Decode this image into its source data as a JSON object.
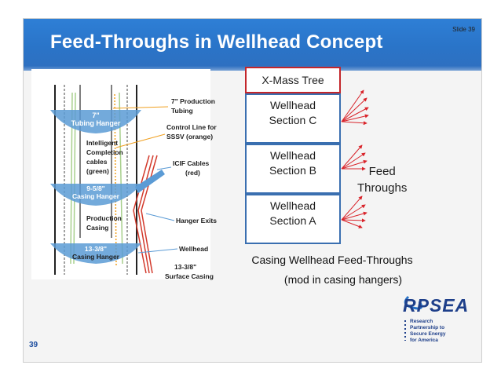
{
  "slide": {
    "id_label": "Slide 39",
    "title": "Feed-Throughs in Wellhead Concept",
    "page_number": "39"
  },
  "left_diagram": {
    "hangers": [
      {
        "label_line1": "7\"",
        "label_line2": "Tubing Hanger"
      },
      {
        "label_line1": "9-5/8\"",
        "label_line2": "Casing Hanger"
      },
      {
        "label_line1": "13-3/8\"",
        "label_line2": "Casing Hanger"
      }
    ],
    "callouts": {
      "production_tubing": [
        "7\" Production",
        "Tubing"
      ],
      "control_line": [
        "Control Line for",
        "SSSV (orange)"
      ],
      "intelligent_completion": [
        "Intelligent",
        "Completion",
        "cables",
        "(green)"
      ],
      "icif_cables": [
        "ICIF Cables",
        "(red)"
      ],
      "production_casing": [
        "Production",
        "Casing"
      ],
      "hanger_exits": "Hanger Exits",
      "wellhead": "Wellhead",
      "surface_casing": [
        "13-3/8\"",
        "Surface Casing"
      ]
    },
    "colors": {
      "hanger_fill": "#5b9bd5",
      "control_line": "#f0a020",
      "icif_cable": "#d33a2c",
      "green_cable": "#a8d08d"
    }
  },
  "right_diagram": {
    "boxes": [
      {
        "line1": "X-Mass Tree",
        "line2": ""
      },
      {
        "line1": "Wellhead",
        "line2": "Section C"
      },
      {
        "line1": "Wellhead",
        "line2": "Section B"
      },
      {
        "line1": "Wellhead",
        "line2": "Section A"
      }
    ],
    "feed_label": [
      "Feed",
      "Throughs"
    ],
    "colors": {
      "tree_border": "#c3262b",
      "section_border": "#3a6fb0",
      "arrow": "#d9232a"
    }
  },
  "caption": {
    "line1": "Casing Wellhead Feed-Throughs",
    "line2": "(mod in casing hangers)"
  },
  "logo": {
    "name": "RPSEA",
    "tagline": [
      "Research",
      "Partnership to",
      "Secure Energy",
      "for America"
    ]
  }
}
